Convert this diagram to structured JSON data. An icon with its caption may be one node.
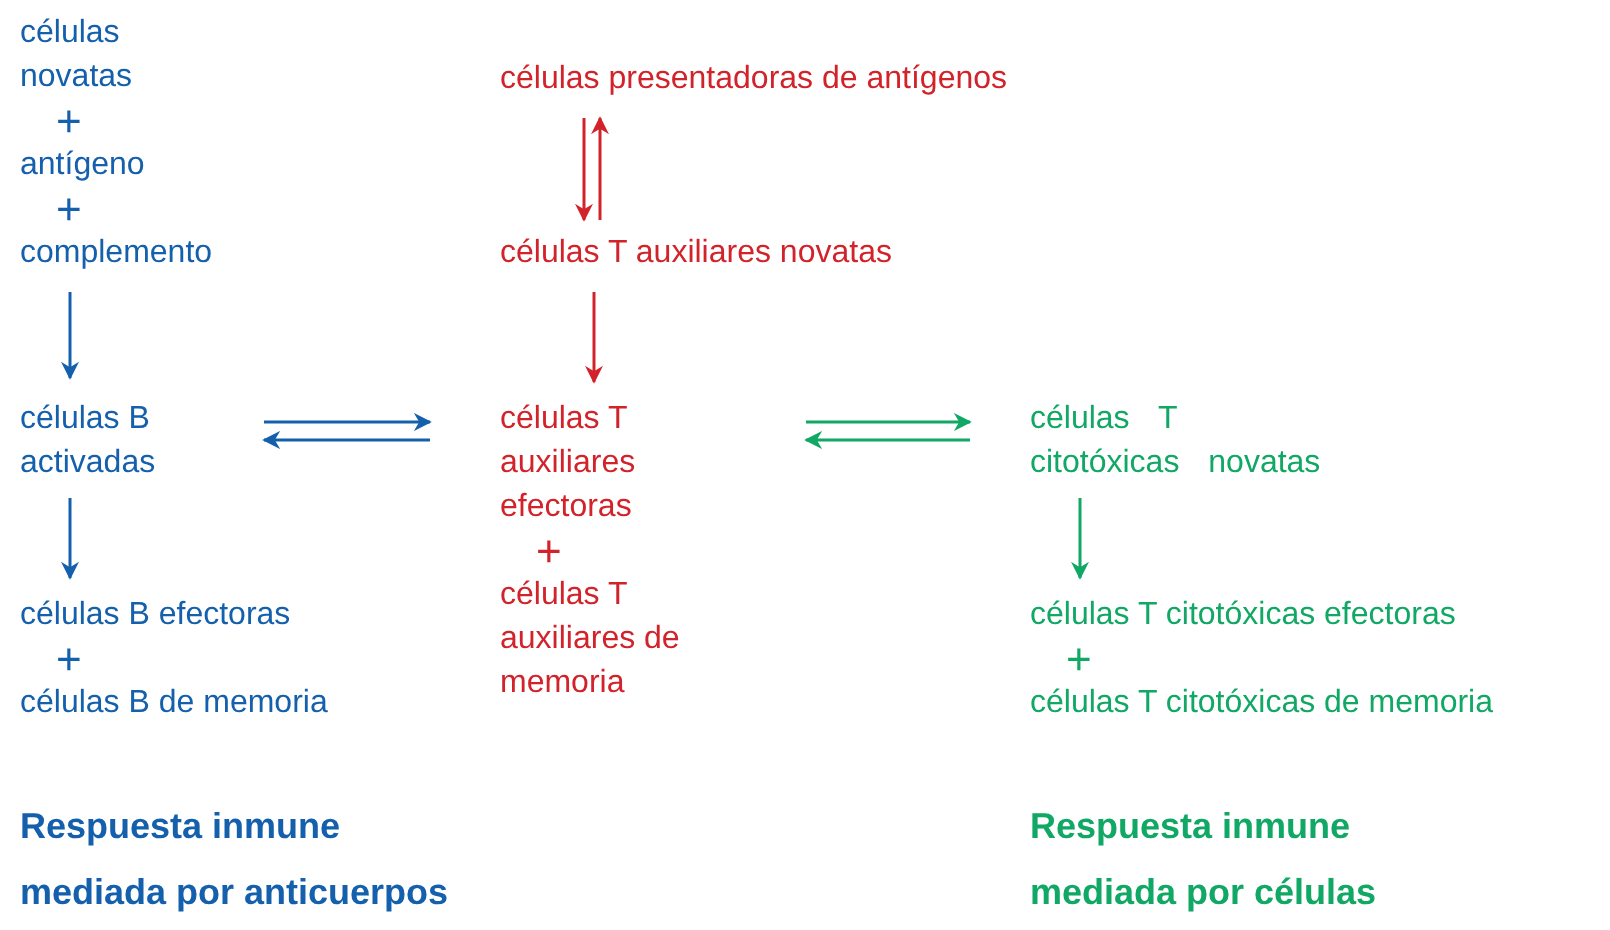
{
  "diagram": {
    "nodes": [
      {
        "text": [
          "células novatas",
          "+",
          "antígeno",
          "+",
          "complemento"
        ]
      },
      {
        "text": [
          "células B activadas"
        ]
      },
      {
        "text": [
          "células B efectoras",
          "+",
          "células B de memoria"
        ]
      },
      {
        "text": [
          "células presentadoras de antígenos"
        ]
      },
      {
        "text": [
          "células T auxiliares novatas"
        ]
      },
      {
        "text": [
          "células T auxiliares efectoras",
          "+",
          "células T auxiliares de memoria"
        ]
      },
      {
        "text": [
          "células T citotóxicas novatas"
        ]
      },
      {
        "text": [
          "células T citotóxicas efectoras",
          "+",
          "células T citotóxicas de memoria"
        ]
      }
    ],
    "edges": [
      {
        "from": 0,
        "to": 1,
        "arrow": "to",
        "color": "#1560ac"
      },
      {
        "from": 1,
        "to": 2,
        "arrow": "to",
        "color": "#1560ac"
      },
      {
        "from": 3,
        "to": 4,
        "arrow": "to",
        "color": "#d2232a"
      },
      {
        "from": 4,
        "to": 3,
        "arrow": "to",
        "color": "#d2232a"
      },
      {
        "from": 4,
        "to": 5,
        "arrow": "to",
        "color": "#d2232a"
      },
      {
        "from": 1,
        "to": 5,
        "arrow": "to",
        "color": "#1560ac"
      },
      {
        "from": 5,
        "to": 1,
        "arrow": "to",
        "color": "#1560ac"
      },
      {
        "from": 5,
        "to": 6,
        "arrow": "to",
        "color": "#10a864"
      },
      {
        "from": 6,
        "to": 5,
        "arrow": "to",
        "color": "#10a864"
      },
      {
        "from": 6,
        "to": 7,
        "arrow": "to",
        "color": "#10a864"
      }
    ],
    "labels": [
      "Respuesta inmune mediada por anticuerpos",
      "Respuesta inmune mediada por células"
    ]
  }
}
